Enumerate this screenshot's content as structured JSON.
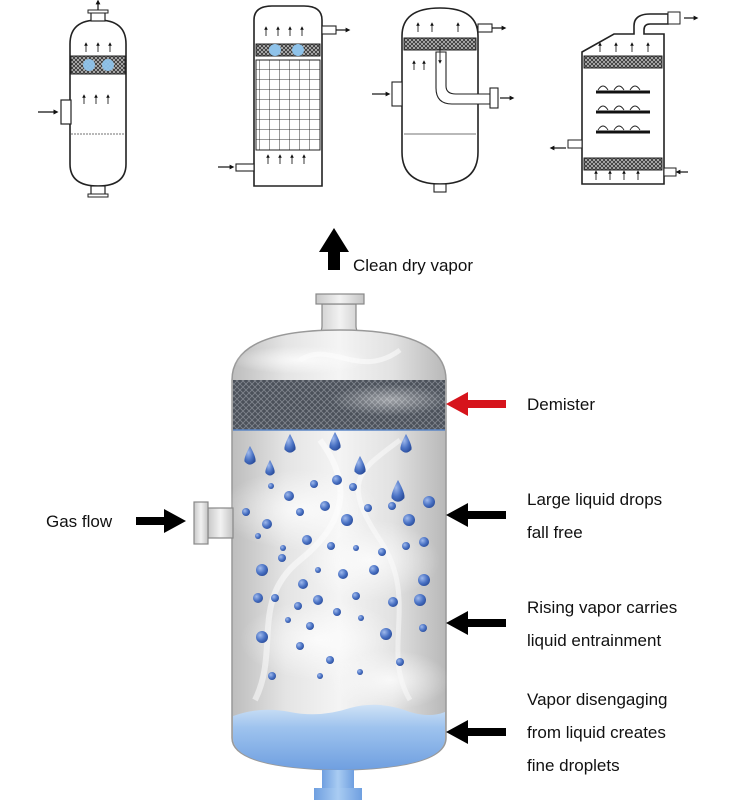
{
  "labels": {
    "clean_dry_vapor": "Clean dry vapor",
    "demister": "Demister",
    "gas_flow": "Gas flow",
    "large_drops": [
      "Large liquid drops",
      "fall free"
    ],
    "rising_vapor": [
      "Rising vapor carries",
      "liquid entrainment"
    ],
    "disengaging": [
      "Vapor disengaging",
      "from liquid creates",
      "fine droplets"
    ]
  },
  "colors": {
    "demister_arrow": "#d6141c",
    "arrow": "#000000",
    "droplet": "#3a63b8",
    "liquid": "#8fb9ea",
    "vessel_body": "#d9d9d9",
    "mesh": "#555a62",
    "thumbnail_droplet": "#8fc3ea"
  },
  "icons": {
    "up_arrow": "up-arrow-icon",
    "left_arrow": "left-arrow-icon",
    "right_arrow": "right-arrow-icon"
  }
}
